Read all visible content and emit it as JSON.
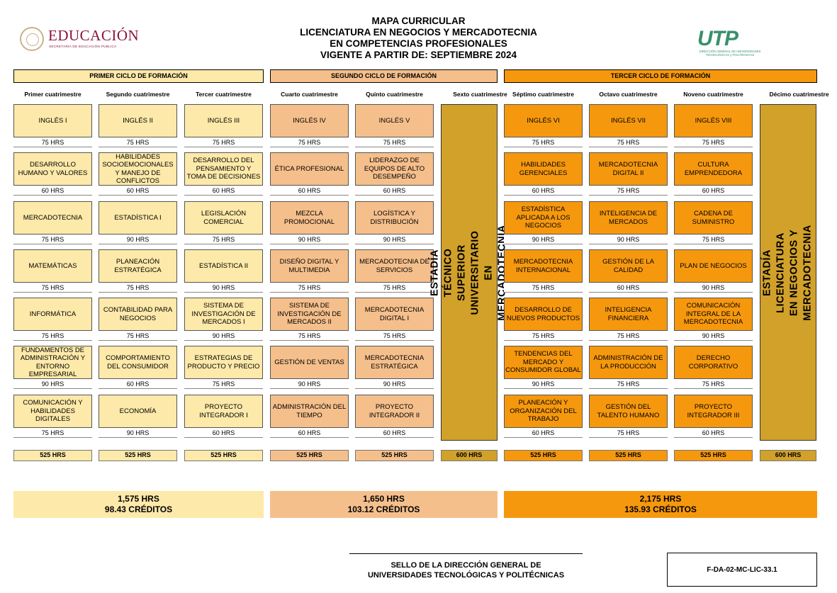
{
  "header": {
    "title_lines": [
      "MAPA CURRICULAR",
      "LICENCIATURA EN NEGOCIOS Y MERCADOTECNIA",
      "EN COMPETENCIAS PROFESIONALES",
      "VIGENTE A PARTIR DE: SEPTIEMBRE 2024"
    ],
    "logo_left": {
      "word": "EDUCACIÓN",
      "sub": "SECRETARÍA DE EDUCACIÓN PÚBLICA"
    },
    "logo_right": {
      "mark": "UTP",
      "sub": "DIRECCIÓN GENERAL DE UNIVERSIDADES TECNOLÓGICAS y POLITÉCNICAS"
    }
  },
  "cycles": [
    "PRIMER CICLO DE FORMACIÓN",
    "SEGUNDO CICLO DE FORMACIÓN",
    "TERCER CICLO DE FORMACIÓN"
  ],
  "columns": [
    {
      "label": "Primer cuatrimestre",
      "subjects": [
        [
          "INGLÉS I",
          "75 HRS"
        ],
        [
          "DESARROLLO HUMANO Y VALORES",
          "60 HRS"
        ],
        [
          "MERCADOTECNIA",
          "75 HRS"
        ],
        [
          "MATEMÁTICAS",
          "75 HRS"
        ],
        [
          "INFORMÁTICA",
          "75 HRS"
        ],
        [
          "FUNDAMENTOS DE ADMINISTRACIÓN Y ENTORNO EMPRESARIAL",
          "90 HRS"
        ],
        [
          "COMUNICACIÓN Y HABILIDADES DIGITALES",
          "75 HRS"
        ]
      ],
      "total": "525 HRS"
    },
    {
      "label": "Segundo cuatrimestre",
      "subjects": [
        [
          "INGLÉS II",
          "75 HRS"
        ],
        [
          "HABILIDADES SOCIOEMOCIONALES Y MANEJO DE CONFLICTOS",
          "60 HRS"
        ],
        [
          "ESTADÍSTICA I",
          "90 HRS"
        ],
        [
          "PLANEACIÓN ESTRATÉGICA",
          "75 HRS"
        ],
        [
          "CONTABILIDAD PARA NEGOCIOS",
          "75 HRS"
        ],
        [
          "COMPORTAMIENTO DEL CONSUMIDOR",
          "60 HRS"
        ],
        [
          "ECONOMÍA",
          "90 HRS"
        ]
      ],
      "total": "525 HRS"
    },
    {
      "label": "Tercer cuatrimestre",
      "subjects": [
        [
          "INGLÉS III",
          "75 HRS"
        ],
        [
          "DESARROLLO DEL PENSAMIENTO Y TOMA DE DECISIONES",
          "60 HRS"
        ],
        [
          "LEGISLACIÓN COMERCIAL",
          "75 HRS"
        ],
        [
          "ESTADÍSTICA II",
          "90 HRS"
        ],
        [
          "SISTEMA DE INVESTIGACIÓN DE MERCADOS I",
          "90 HRS"
        ],
        [
          "ESTRATEGIAS DE PRODUCTO Y PRECIO",
          "75 HRS"
        ],
        [
          "PROYECTO INTEGRADOR I",
          "60 HRS"
        ]
      ],
      "total": "525 HRS"
    },
    {
      "label": "Cuarto cuatrimestre",
      "subjects": [
        [
          "INGLÉS IV",
          "75 HRS"
        ],
        [
          "ÉTICA PROFESIONAL",
          "60 HRS"
        ],
        [
          "MEZCLA PROMOCIONAL",
          "90 HRS"
        ],
        [
          "DISEÑO DIGITAL Y MULTIMEDIA",
          "75 HRS"
        ],
        [
          "SISTEMA DE INVESTIGACIÓN DE MERCADOS II",
          "75 HRS"
        ],
        [
          "GESTIÓN DE VENTAS",
          "90 HRS"
        ],
        [
          "ADMINISTRACIÓN DEL TIEMPO",
          "60 HRS"
        ]
      ],
      "total": "525 HRS"
    },
    {
      "label": "Quinto cuatrimestre",
      "subjects": [
        [
          "INGLÉS V",
          "75 HRS"
        ],
        [
          "LIDERAZGO DE EQUIPOS DE ALTO DESEMPEÑO",
          "60 HRS"
        ],
        [
          "LOGÍSTICA Y DISTRIBUCIÓN",
          "90 HRS"
        ],
        [
          "MERCADOTECNIA DE SERVICIOS",
          "75 HRS"
        ],
        [
          "MERCADOTECNIA DIGITAL I",
          "75 HRS"
        ],
        [
          "MERCADOTECNIA ESTRATÉGICA",
          "90 HRS"
        ],
        [
          "PROYECTO INTEGRADOR II",
          "60 HRS"
        ]
      ],
      "total": "525 HRS"
    },
    {
      "label": "Sexto cuatrimestre",
      "stadia": "ESTADÍA TÉCNICO SUPERIOR UNIVERSITARIO EN MERCADOTECNIA",
      "total": "600 HRS"
    },
    {
      "label": "Séptimo cuatrimestre",
      "subjects": [
        [
          "INGLÉS VI",
          "75 HRS"
        ],
        [
          "HABILIDADES GERENCIALES",
          "60 HRS"
        ],
        [
          "ESTADÍSTICA APLICADA A LOS NEGOCIOS",
          "90 HRS"
        ],
        [
          "MERCADOTECNIA INTERNACIONAL",
          "75 HRS"
        ],
        [
          "DESARROLLO DE NUEVOS PRODUCTOS",
          "75 HRS"
        ],
        [
          "TENDENCIAS DEL MERCADO Y CONSUMIDOR GLOBAL",
          "90 HRS"
        ],
        [
          "PLANEACIÓN Y ORGANIZACIÓN DEL TRABAJO",
          "60 HRS"
        ]
      ],
      "total": "525 HRS"
    },
    {
      "label": "Octavo cuatrimestre",
      "subjects": [
        [
          "INGLÉS VII",
          "75 HRS"
        ],
        [
          "MERCADOTECNIA DIGITAL II",
          "75 HRS"
        ],
        [
          "INTELIGENCIA DE MERCADOS",
          "90 HRS"
        ],
        [
          "GESTIÓN DE LA CALIDAD",
          "60 HRS"
        ],
        [
          "INTELIGENCIA FINANCIERA",
          "75 HRS"
        ],
        [
          "ADMINISTRACIÓN DE LA PRODUCCIÓN",
          "75 HRS"
        ],
        [
          "GESTIÓN DEL TALENTO HUMANO",
          "75 HRS"
        ]
      ],
      "total": "525 HRS"
    },
    {
      "label": "Noveno cuatrimestre",
      "subjects": [
        [
          "INGLÉS  VIII",
          "75 HRS"
        ],
        [
          "CULTURA EMPRENDEDORA",
          "60 HRS"
        ],
        [
          "CADENA DE SUMINISTRO",
          "75 HRS"
        ],
        [
          "PLAN DE NEGOCIOS",
          "90 HRS"
        ],
        [
          "COMUNICACIÓN INTEGRAL DE LA MERCADOTECNIA",
          "90 HRS"
        ],
        [
          "DERECHO CORPORATIVO",
          "75 HRS"
        ],
        [
          "PROYECTO INTEGRADOR III",
          "60 HRS"
        ]
      ],
      "total": "525 HRS"
    },
    {
      "label": "Décimo cuatrimestre",
      "stadia": "ESTADÍA LICENCIATURA EN NEGOCIOS Y MERCADOTECNIA",
      "total": "600 HRS"
    }
  ],
  "cycle_totals": [
    {
      "hours": "1,575 HRS",
      "credits": "98.43 CRÉDITOS"
    },
    {
      "hours": "1,650 HRS",
      "credits": "103.12 CRÉDITOS"
    },
    {
      "hours": "2,175 HRS",
      "credits": "135.93 CRÉDITOS"
    }
  ],
  "footer": {
    "sello_lines": [
      "SELLO DE LA DIRECCIÓN GENERAL DE",
      "UNIVERSIDADES TECNOLÓGICAS Y POLITÉCNICAS"
    ],
    "code": "F-DA-02-MC-LIC-33.1"
  },
  "colors": {
    "cycle1": "#fde9a9",
    "cycle2": "#f5bf8c",
    "cycle3": "#f6980e",
    "stadia": "#d2a12a",
    "brand_sep": "#8a1538",
    "brand_utp": "#3a8f6c"
  }
}
